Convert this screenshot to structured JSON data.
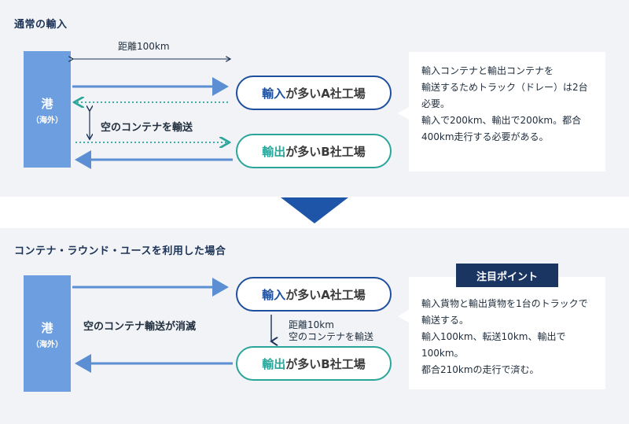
{
  "top": {
    "title": "通常の輸入",
    "port": {
      "name": "港",
      "sub": "（海外）"
    },
    "distance_label": "距離100km",
    "empty_label": "空のコンテナを輸送",
    "factory_a": {
      "highlight": "輸入",
      "rest": "が多いA社工場"
    },
    "factory_b": {
      "highlight": "輸出",
      "rest": "が多いB社工場"
    },
    "note": [
      "輸入コンテナと輸出コンテナを",
      "輸送するためトラック（ドレー）は2台",
      "必要。",
      "輸入で200km、輸出で200km。都合",
      "400km走行する必要がある。"
    ]
  },
  "bottom": {
    "title": "コンテナ・ラウンド・ユースを利用した場合",
    "port": {
      "name": "港",
      "sub": "（海外）"
    },
    "vanish_label": "空のコンテナ輸送が消滅",
    "transfer_distance": "距離10km",
    "transfer_label": "空のコンテナを輸送",
    "factory_a": {
      "highlight": "輸入",
      "rest": "が多いA社工場"
    },
    "factory_b": {
      "highlight": "輸出",
      "rest": "が多いB社工場"
    },
    "badge": "注目ポイント",
    "note": [
      "輸入貨物と輸出貨物を1台のトラックで",
      "輸送する。",
      "輸入100km、転送10km、輸出で",
      "100km。",
      "都合210kmの走行で済む。"
    ]
  },
  "colors": {
    "port": "#6c9ee0",
    "import": "#1e4f9c",
    "export": "#2aa59a",
    "arrow_solid": "#5b8ed2",
    "arrow_dotted": "#2aa59a",
    "down_chevron": "#1f55a8",
    "badge": "#1b3563"
  }
}
